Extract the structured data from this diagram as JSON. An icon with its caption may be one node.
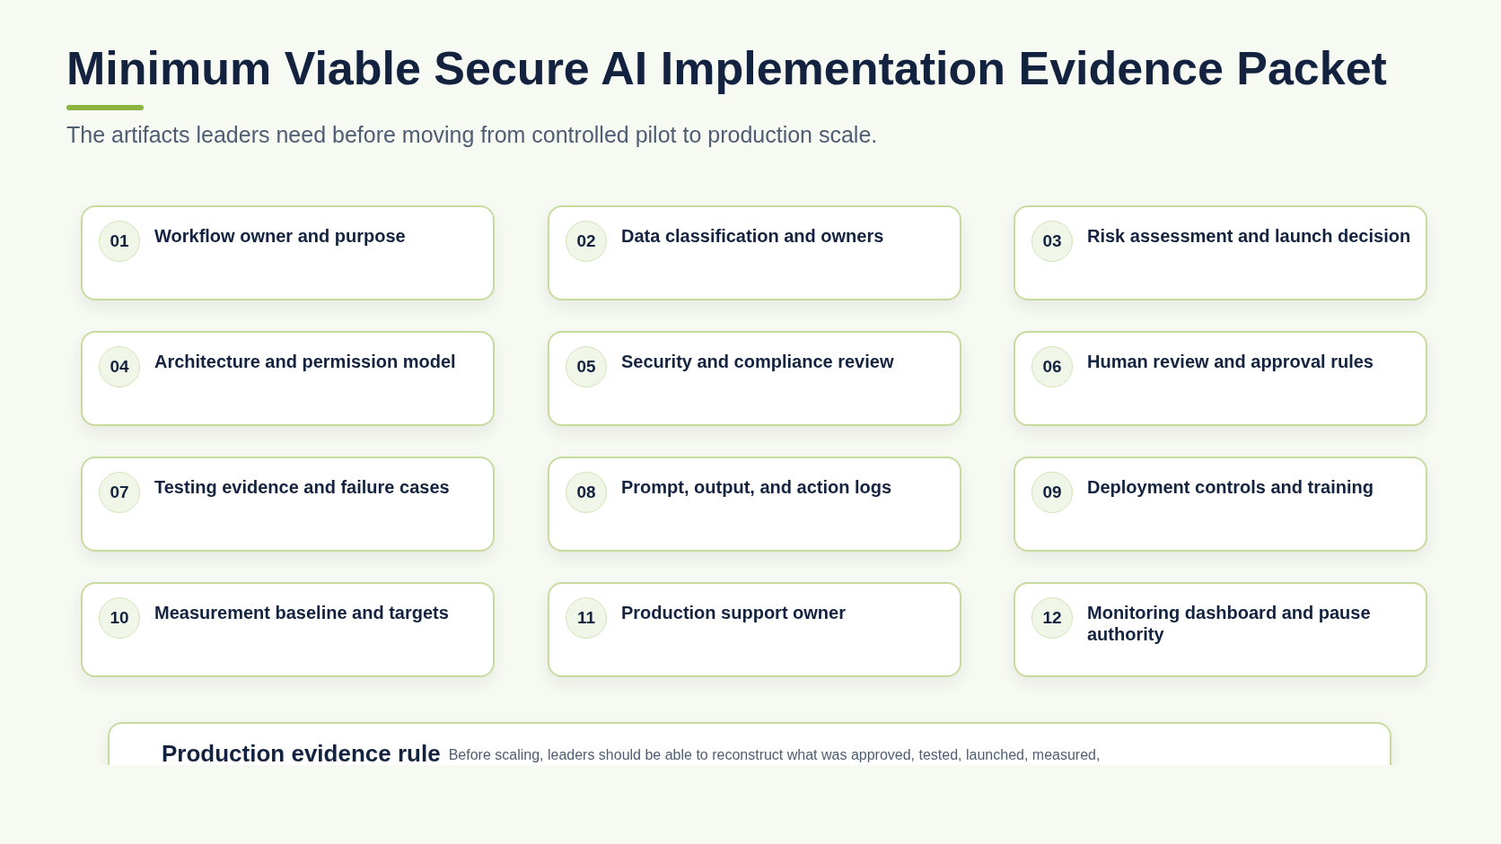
{
  "diagram": {
    "title": "Minimum Viable Secure AI Implementation Evidence Packet",
    "nodes": [
      {
        "text": [
          "01",
          "Workflow owner and purpose"
        ]
      },
      {
        "text": [
          "02",
          "Data classification and owners"
        ]
      },
      {
        "text": [
          "03",
          "Risk assessment and launch decision"
        ]
      },
      {
        "text": [
          "04",
          "Architecture and permission model"
        ]
      },
      {
        "text": [
          "05",
          "Security and compliance review"
        ]
      },
      {
        "text": [
          "06",
          "Human review and approval rules"
        ]
      },
      {
        "text": [
          "07",
          "Testing evidence and failure cases"
        ]
      },
      {
        "text": [
          "08",
          "Prompt, output, and action logs"
        ]
      },
      {
        "text": [
          "09",
          "Deployment controls and training"
        ]
      },
      {
        "text": [
          "10",
          "Measurement baseline and targets"
        ]
      },
      {
        "text": [
          "11",
          "Production support owner"
        ]
      },
      {
        "text": [
          "12",
          "Monitoring dashboard and pause authority"
        ]
      },
      {
        "text": [
          "Production evidence rule",
          "Before scaling, leaders should be able to reconstruct what was approved, tested, launched, measured,"
        ]
      }
    ],
    "labels": [
      "The artifacts leaders need before moving from controlled pilot to production scale."
    ]
  }
}
